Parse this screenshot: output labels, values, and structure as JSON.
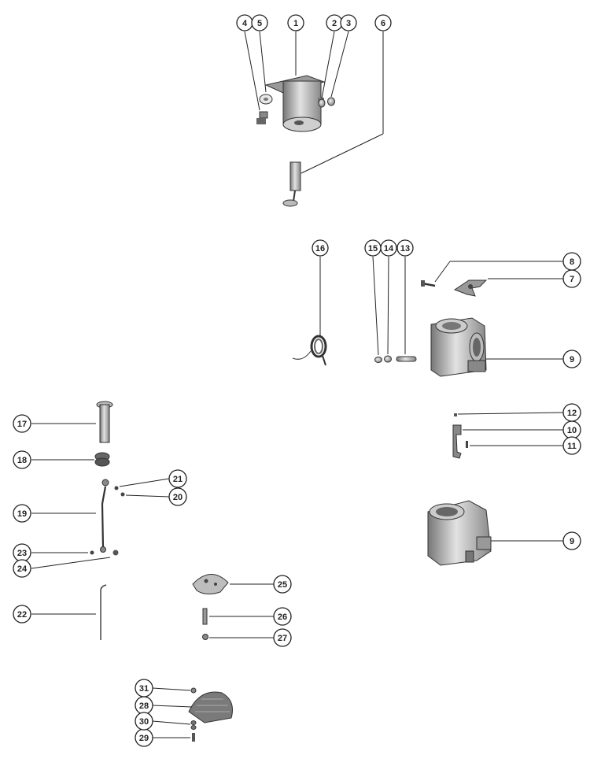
{
  "diagram": {
    "callouts": {
      "c1": "1",
      "c2": "2",
      "c3": "3",
      "c4": "4",
      "c5": "5",
      "c6": "6",
      "c7": "7",
      "c8": "8",
      "c9a": "9",
      "c9b": "9",
      "c10": "10",
      "c11": "11",
      "c12": "12",
      "c13": "13",
      "c14": "14",
      "c15": "15",
      "c16": "16",
      "c17": "17",
      "c18": "18",
      "c19": "19",
      "c20": "20",
      "c21": "21",
      "c22": "22",
      "c23": "23",
      "c24": "24",
      "c25": "25",
      "c26": "26",
      "c27": "27",
      "c28": "28",
      "c29": "29",
      "c30": "30",
      "c31": "31"
    },
    "colors": {
      "ink": "#222222",
      "part_light": "#d8d8d8",
      "part_dark": "#8a8a8a"
    }
  }
}
